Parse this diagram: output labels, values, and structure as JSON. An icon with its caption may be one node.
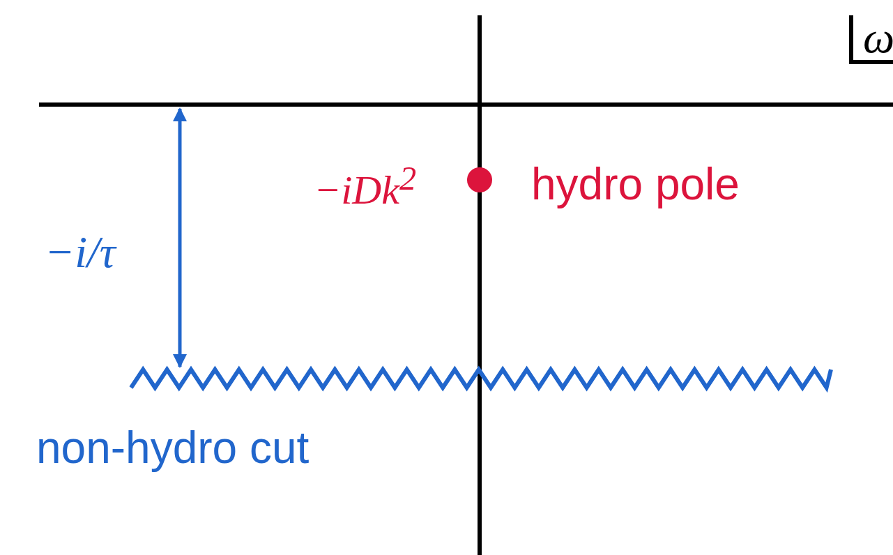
{
  "diagram": {
    "labels": [
      "ω",
      "−iDk$^{2}$",
      "hydro pole",
      "−i/τ",
      "non-hydro cut"
    ]
  }
}
